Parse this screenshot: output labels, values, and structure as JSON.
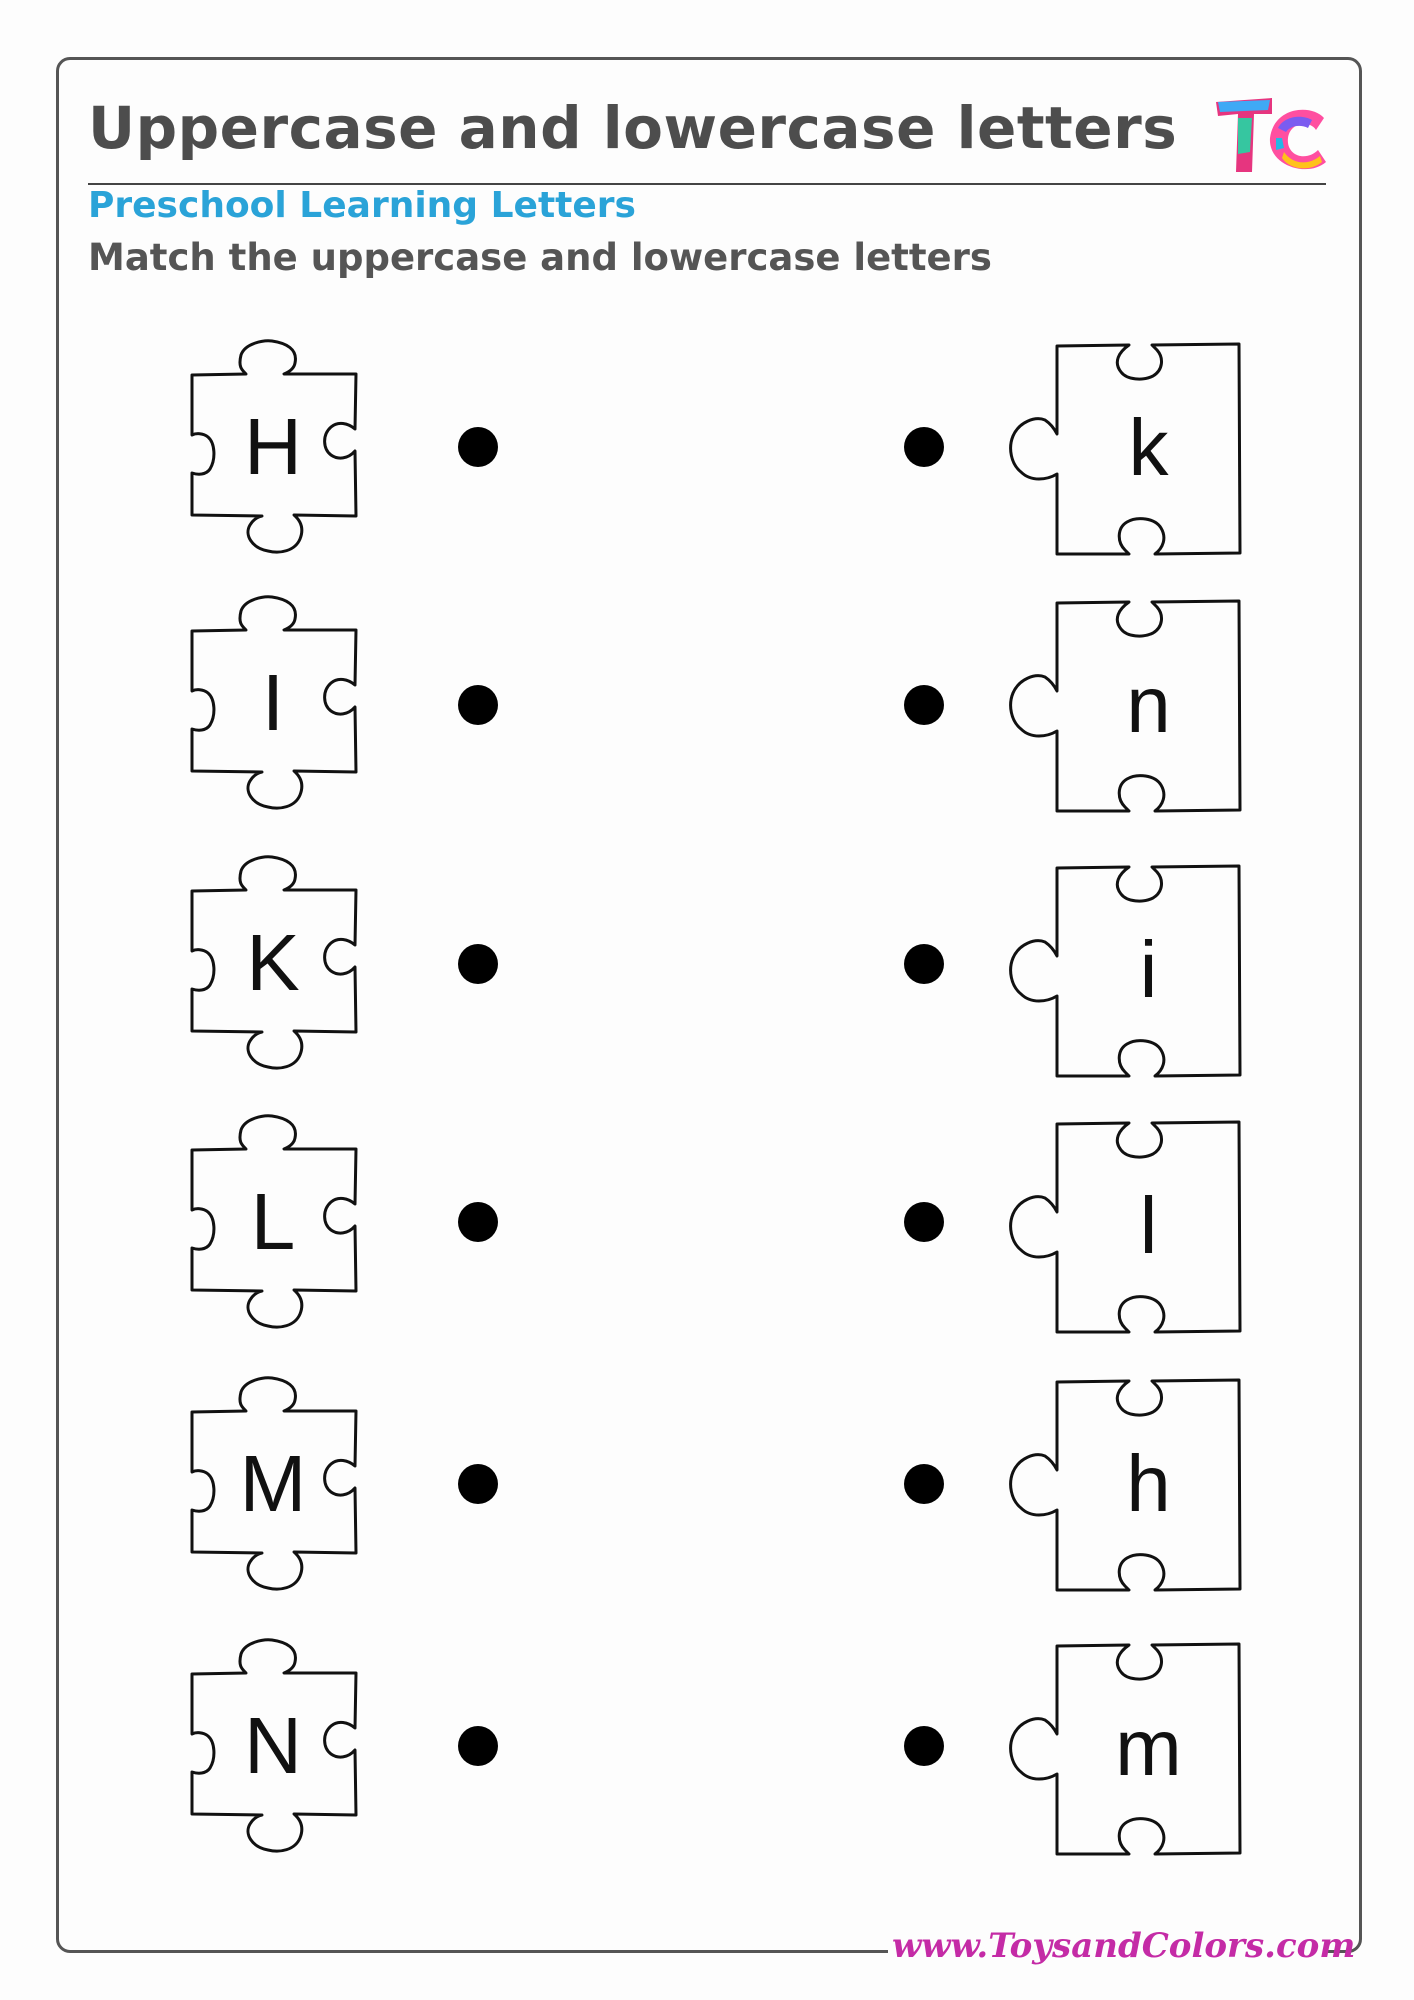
{
  "header": {
    "title": "Uppercase and lowercase letters",
    "subtitle": "Preschool Learning Letters",
    "instruction": "Match the uppercase and lowercase letters",
    "logo_text": "TC"
  },
  "uppercase_letters": [
    "H",
    "I",
    "K",
    "L",
    "M",
    "N"
  ],
  "lowercase_letters": [
    "k",
    "n",
    "i",
    "l",
    "h",
    "m"
  ],
  "footer": {
    "url": "www.ToysandColors.com"
  },
  "colors": {
    "title": "#4d4d4d",
    "subtitle": "#2aa3d8",
    "footer": "#c42ba6",
    "outline": "#111111"
  }
}
